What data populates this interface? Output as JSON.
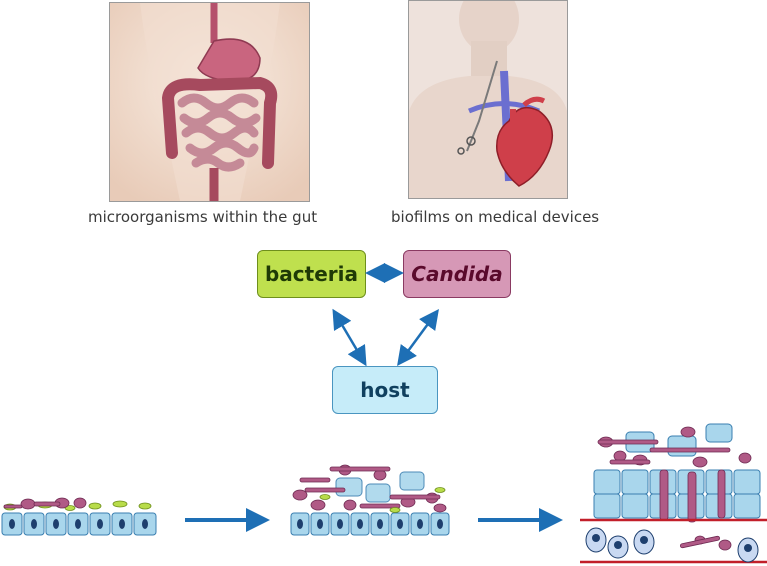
{
  "top": {
    "left_caption": "microorganisms within the gut",
    "right_caption": "biofilms on medical devices"
  },
  "interactions": {
    "bacteria": "bacteria",
    "candida": "Candida",
    "host": "host"
  },
  "colors": {
    "bacteria_fill": "#bfe04e",
    "candida_fill": "#d698b6",
    "host_fill": "#c6ecf9",
    "arrow": "#1e6fb5",
    "epithelium": "#a9d6ec",
    "fungal_cell": "#b05a86",
    "barrier_line": "#c21f2a"
  }
}
